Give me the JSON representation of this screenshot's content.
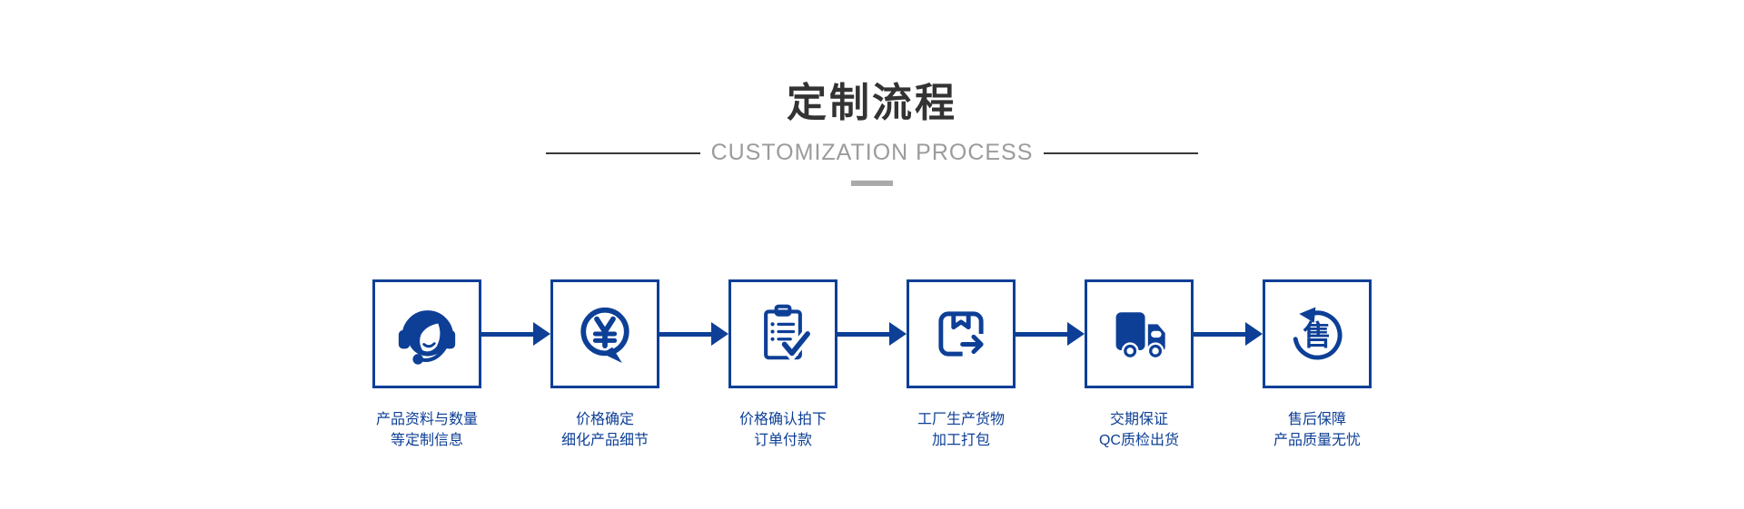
{
  "header": {
    "title": "定制流程",
    "subtitle": "CUSTOMIZATION PROCESS"
  },
  "colors": {
    "accent": "#0d3f96",
    "title_text": "#333333",
    "subtitle_text": "#9b9b9b",
    "divider": "#383838",
    "dash": "#a9a9a9",
    "background": "#ffffff"
  },
  "steps": [
    {
      "icon": "headset-agent-icon",
      "label_line1": "产品资料与数量",
      "label_line2": "等定制信息"
    },
    {
      "icon": "price-bubble-icon",
      "label_line1": "价格确定",
      "label_line2": "细化产品细节"
    },
    {
      "icon": "order-checklist-icon",
      "label_line1": "价格确认拍下",
      "label_line2": "订单付款"
    },
    {
      "icon": "package-ship-icon",
      "label_line1": "工厂生产货物",
      "label_line2": "加工打包"
    },
    {
      "icon": "delivery-truck-icon",
      "label_line1": "交期保证",
      "label_line2": "QC质检出货"
    },
    {
      "icon": "after-sale-cycle-icon",
      "label_line1": "售后保障",
      "label_line2": "产品质量无忧",
      "icon_glyph": "售"
    }
  ]
}
